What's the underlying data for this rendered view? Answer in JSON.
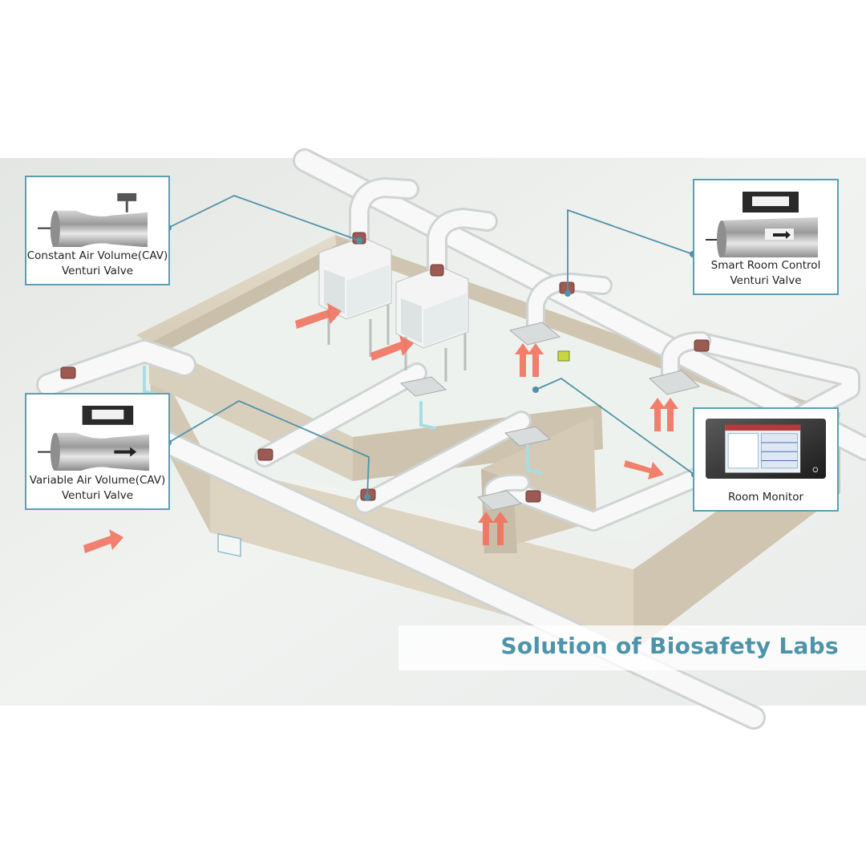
{
  "title": "Solution of Biosafety Labs",
  "callouts": {
    "cav": {
      "line1": "Constant Air Volume(CAV)",
      "line2": "Venturi Valve"
    },
    "vav": {
      "line1": "Variable Air Volume(CAV)",
      "line2": "Venturi Valve"
    },
    "smart": {
      "line1": "Smart Room Control",
      "line2": "Venturi Valve"
    },
    "monitor": {
      "line1": "Room Monitor"
    }
  },
  "colors": {
    "callout_border": "#5b9fb3",
    "title_text": "#4d94aa",
    "wall": "#d8cfbd",
    "floor": "#eaefe9",
    "duct": "#f7f7f7",
    "valve": "#9b5a52",
    "supply_arrow": "#f2735f",
    "exhaust_arrow": "#a9dde3"
  }
}
